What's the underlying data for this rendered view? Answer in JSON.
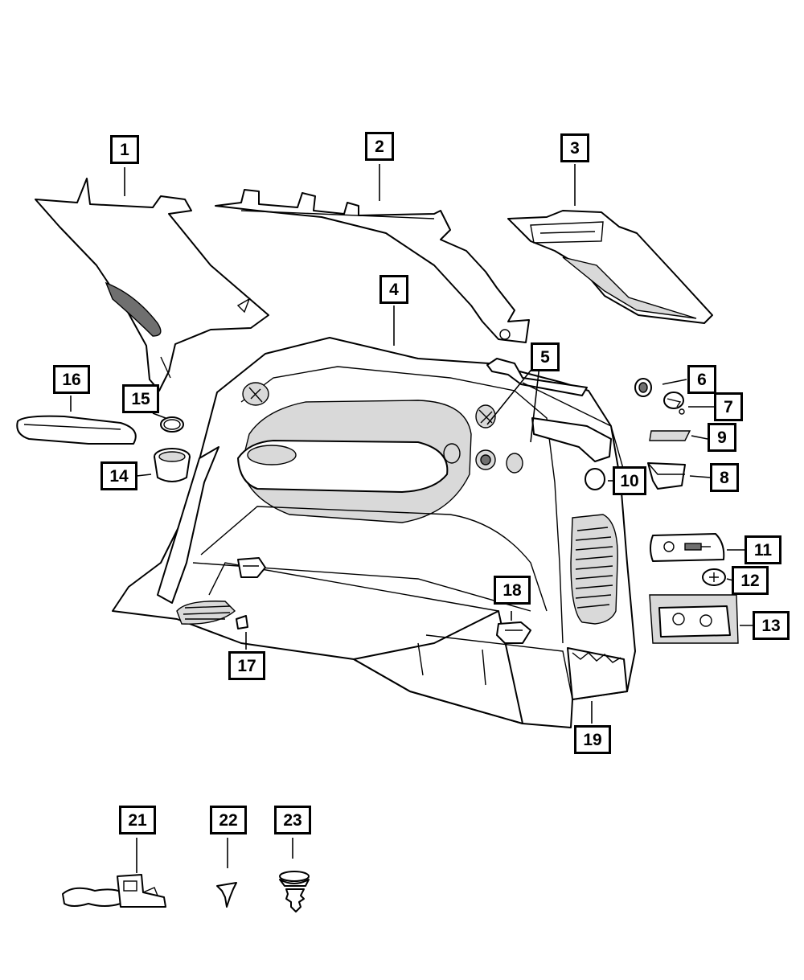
{
  "diagram": {
    "callouts": [
      {
        "id": "c1",
        "label": "1"
      },
      {
        "id": "c2",
        "label": "2"
      },
      {
        "id": "c3",
        "label": "3"
      },
      {
        "id": "c4",
        "label": "4"
      },
      {
        "id": "c5",
        "label": "5"
      },
      {
        "id": "c6",
        "label": "6"
      },
      {
        "id": "c7",
        "label": "7"
      },
      {
        "id": "c8",
        "label": "8"
      },
      {
        "id": "c9",
        "label": "9"
      },
      {
        "id": "c10",
        "label": "10"
      },
      {
        "id": "c11",
        "label": "11"
      },
      {
        "id": "c12",
        "label": "12"
      },
      {
        "id": "c13",
        "label": "13"
      },
      {
        "id": "c14",
        "label": "14"
      },
      {
        "id": "c15",
        "label": "15"
      },
      {
        "id": "c16",
        "label": "16"
      },
      {
        "id": "c17",
        "label": "17"
      },
      {
        "id": "c18",
        "label": "18"
      },
      {
        "id": "c19",
        "label": "19"
      },
      {
        "id": "c21",
        "label": "21"
      },
      {
        "id": "c22",
        "label": "22"
      },
      {
        "id": "c23",
        "label": "23"
      }
    ]
  }
}
